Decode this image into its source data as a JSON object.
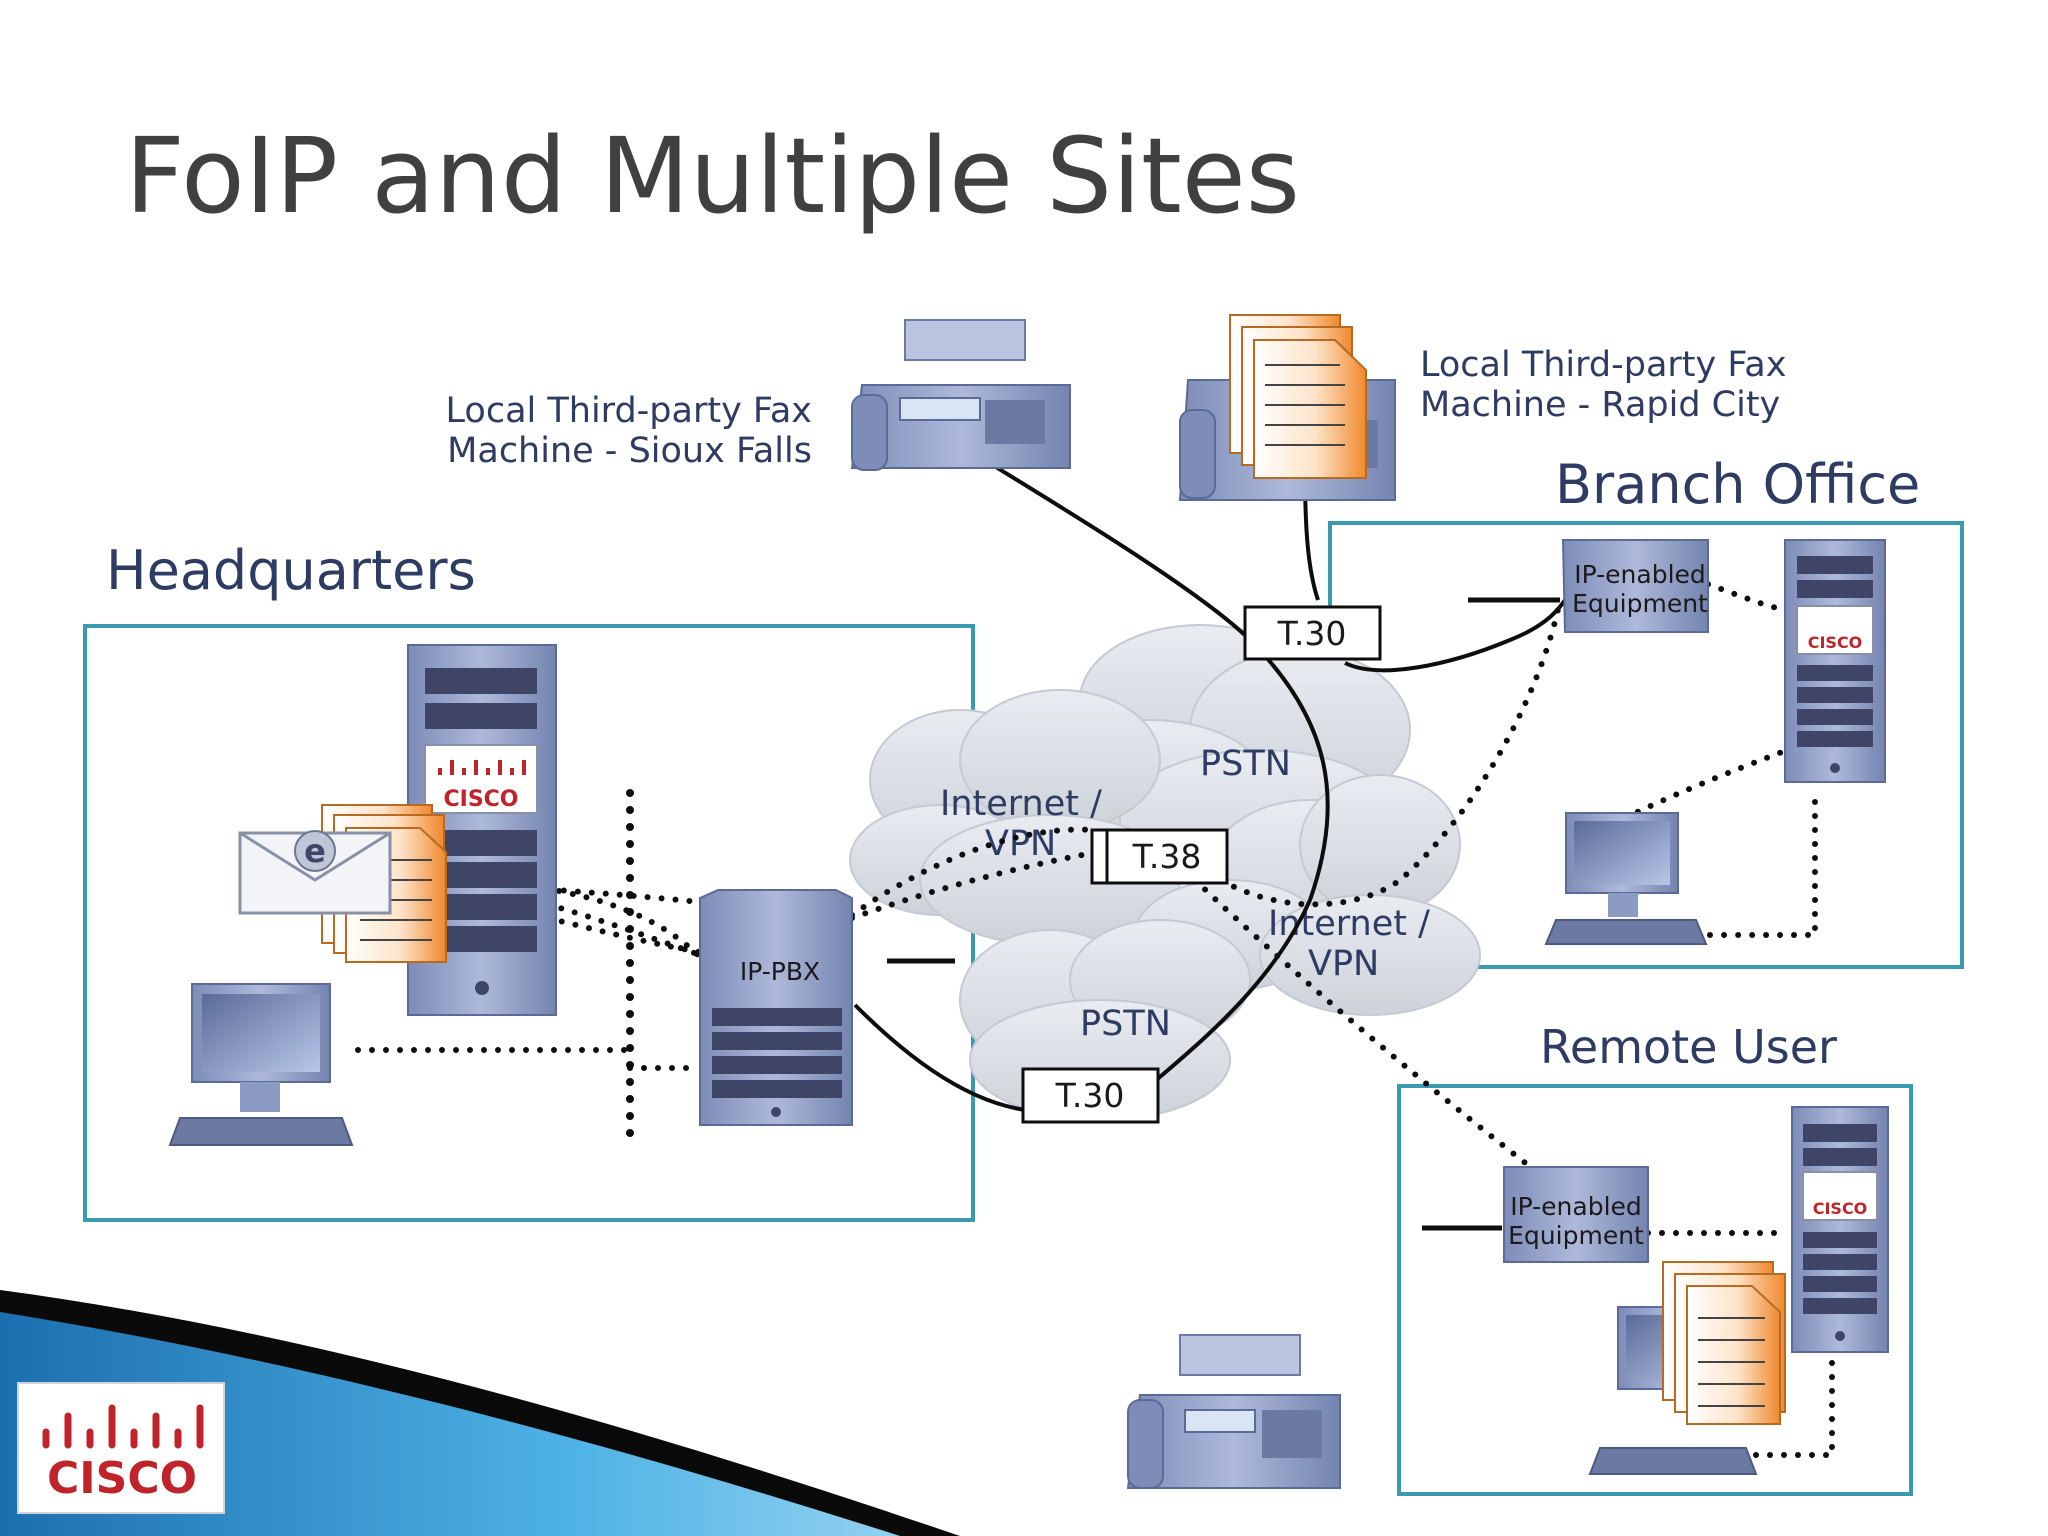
{
  "title": "FoIP and Multiple Sites",
  "regions": {
    "headquarters": "Headquarters",
    "branch_office": "Branch Office",
    "remote_user": "Remote User"
  },
  "fax_labels": {
    "sioux_falls": [
      "Local Third-party Fax",
      "Machine - Sioux Falls"
    ],
    "rapid_city": [
      "Local Third-party Fax",
      "Machine - Rapid City"
    ]
  },
  "clouds": {
    "internet_vpn_left": [
      "Internet /",
      "VPN"
    ],
    "pstn_top": "PSTN",
    "internet_vpn_right": [
      "Internet /",
      "VPN"
    ],
    "pstn_bottom": "PSTN"
  },
  "protocols": {
    "t30_top": "T.30",
    "t38": "T.38",
    "t30_bottom": "T.30"
  },
  "devices": {
    "ip_pbx": "IP-PBX",
    "branch_equipment": [
      "IP-enabled",
      "Equipment"
    ],
    "remote_equipment": [
      "IP-enabled",
      "Equipment"
    ],
    "server_brand": "CISCO",
    "email_glyph": "e"
  },
  "logo": {
    "wordmark": "CISCO"
  },
  "colors": {
    "region_border": "#3a9bb0",
    "title_text": "#404040",
    "label_text": "#2e3b62",
    "device_blue": "#8c9bc4",
    "cisco_red": "#c0242a",
    "document_orange": "#f0892e",
    "banner_blue": "#2a8fd0"
  }
}
